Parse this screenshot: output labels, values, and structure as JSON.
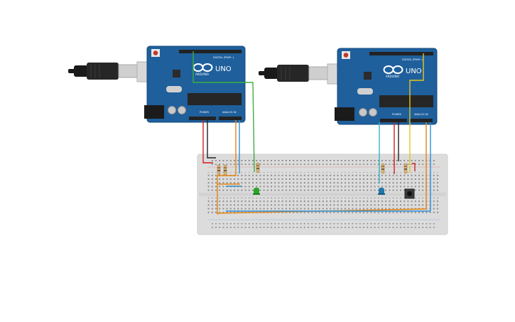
{
  "canvas": {
    "background": "#ffffff"
  },
  "boards": [
    {
      "brand": "ARDUINO",
      "model": "UNO",
      "digital_header": "DIGITAL (PWM~)",
      "analog_header": "ANALOG IN",
      "power_header": "POWER",
      "color": "#1e5f9c"
    },
    {
      "brand": "ARDUINO",
      "model": "UNO",
      "digital_header": "DIGITAL (PWM~)",
      "analog_header": "ANALOG IN",
      "power_header": "POWER",
      "color": "#1e5f9c"
    }
  ],
  "usb": {
    "plug_color": "#1a1a1a",
    "connector_color": "#c8c8c8"
  },
  "breadboard": {
    "color": "#dcdcdc",
    "hole_color": "#9a9a9a",
    "rail_red": "#d64a4a",
    "rail_blue": "#3a6fd8"
  },
  "components": {
    "led_left": {
      "color": "#2aa52a",
      "icon": "led-green-icon"
    },
    "led_right": {
      "color": "#1f77a8",
      "icon": "led-blue-icon"
    },
    "resistors": {
      "count": 5,
      "icon": "resistor-icon"
    },
    "pushbutton": {
      "icon": "pushbutton-icon"
    }
  },
  "wires": {
    "red": "#d02020",
    "black": "#222222",
    "orange": "#e8840e",
    "blue": "#2b8fd8",
    "green": "#3fae3f",
    "yellow": "#e6c619",
    "cyan": "#35b0c8"
  }
}
